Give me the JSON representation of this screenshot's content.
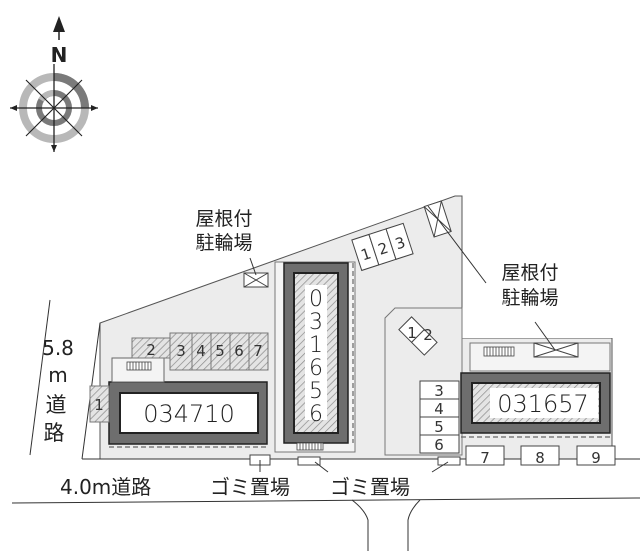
{
  "compass": {
    "north_label": "N"
  },
  "roads": {
    "left": {
      "width_label": "5.8",
      "unit_label": "m",
      "name_chars": [
        "道",
        "路"
      ]
    },
    "bottom": {
      "label": "4.0m道路"
    }
  },
  "buildings": [
    {
      "id": "034710",
      "label": "034710"
    },
    {
      "id": "031656",
      "label": "031656",
      "vertical_chars": [
        "0",
        "3",
        "1",
        "6",
        "5",
        "6"
      ]
    },
    {
      "id": "031657",
      "label": "031657"
    }
  ],
  "bicycle_parking": [
    {
      "line1": "屋根付",
      "line2": "駐輪場"
    },
    {
      "line1": "屋根付",
      "line2": "駐輪場"
    }
  ],
  "garbage": [
    {
      "label": "ゴミ置場"
    },
    {
      "label": "ゴミ置場"
    }
  ],
  "parking": {
    "building_034710": [
      "1",
      "2",
      "3",
      "4",
      "5",
      "6",
      "7"
    ],
    "top_row": [
      "1",
      "2",
      "3"
    ],
    "diagonal": [
      "1",
      "2"
    ],
    "building_031657_left": [
      "3",
      "4",
      "5",
      "6"
    ],
    "building_031657_bottom": [
      "7",
      "8",
      "9"
    ]
  },
  "colors": {
    "lot_fill": "#ececec",
    "building_frame": "#6e6e6e",
    "line": "#333333"
  }
}
